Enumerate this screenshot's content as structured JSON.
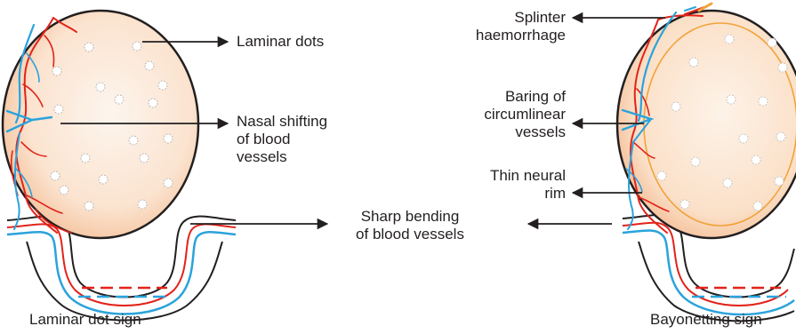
{
  "left_figure": {
    "caption": "Laminar dot sign",
    "labels": {
      "laminar_dots": "Laminar dots",
      "nasal_shifting": "Nasal shifting\nof blood\nvessels"
    }
  },
  "right_figure": {
    "caption": "Bayonetting sign",
    "labels": {
      "splinter": "Splinter\nhaemorrhage",
      "baring": "Baring of\ncircumlinear\nvessels",
      "thin_rim": "Thin neural\nrim"
    }
  },
  "shared_label": "Sharp bending\nof blood vessels",
  "colors": {
    "disc_fill_light": "#fdf3ea",
    "disc_fill_dark": "#f6c9a6",
    "artery": "#e2231a",
    "vein": "#2aa3dc",
    "outline": "#231f20",
    "rim": "#f2a33a"
  }
}
